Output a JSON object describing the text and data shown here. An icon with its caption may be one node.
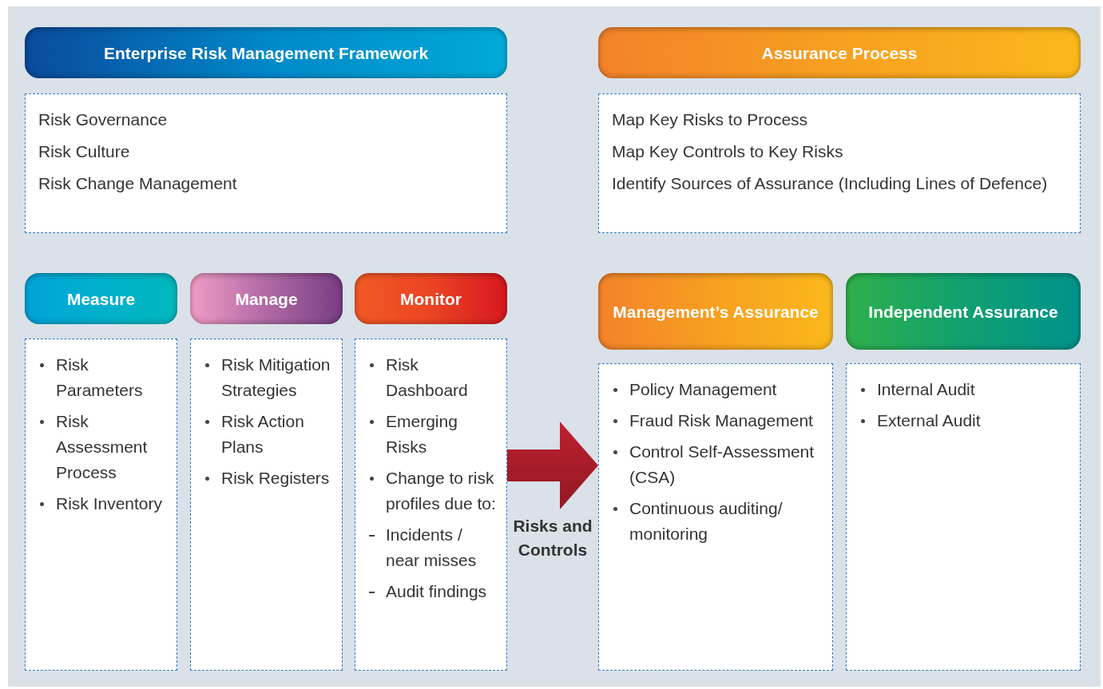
{
  "diagram": {
    "nodes": [
      {
        "text": [
          "Enterprise Risk Management Framework"
        ]
      },
      {
        "text": [
          "Risk Governance",
          "Risk Culture",
          "Risk Change Management"
        ]
      },
      {
        "text": [
          "Assurance Process"
        ]
      },
      {
        "text": [
          "Map Key Risks to Process",
          "Map Key Controls to Key Risks",
          "Identify Sources of Assurance (Including Lines of Defence)"
        ]
      },
      {
        "text": [
          "Measure"
        ]
      },
      {
        "text": [
          "Risk Parameters",
          "Risk Assessment Process",
          "Risk Inventory"
        ]
      },
      {
        "text": [
          "Manage"
        ]
      },
      {
        "text": [
          "Risk Mitigation Strategies",
          "Risk Action Plans",
          "Risk Registers"
        ]
      },
      {
        "text": [
          "Monitor"
        ]
      },
      {
        "text": [
          "Risk Dashboard",
          "Emerging Risks",
          "Change to risk profiles due to:",
          "Incidents / near misses",
          "Audit findings"
        ]
      },
      {
        "text": [
          "Management’s Assurance"
        ]
      },
      {
        "text": [
          "Policy Management",
          "Fraud Risk Management",
          "Control Self-Assessment (CSA)",
          "Continuous auditing/ monitoring"
        ]
      },
      {
        "text": [
          "Independent Assurance"
        ]
      },
      {
        "text": [
          "Internal Audit",
          "External Audit"
        ]
      }
    ],
    "edges": [
      {
        "from": 9,
        "to": 11,
        "arrow": "to",
        "label": "Risks and Controls",
        "style": "thick"
      }
    ]
  }
}
